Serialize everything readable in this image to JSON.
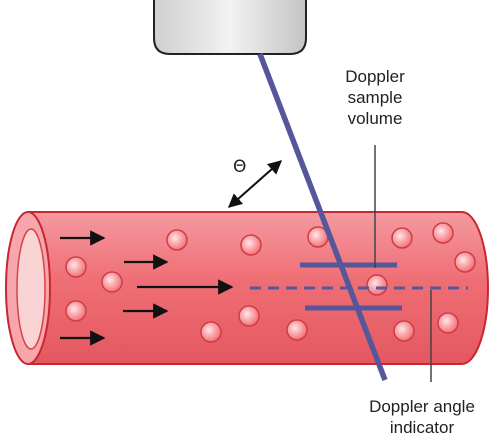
{
  "labels": {
    "angle_symbol": "Θ",
    "sample_volume": [
      "Doppler",
      "sample",
      "volume"
    ],
    "angle_indicator": [
      "Doppler angle",
      "indicator"
    ]
  },
  "colors": {
    "vessel_fill": "#ef6e75",
    "vessel_outline": "#c9262f",
    "vessel_lumen": "#f8c4c6",
    "blood_cell": "#f37a80",
    "transducer_body": "#d9d9d9",
    "beam": "#55579a",
    "flow_arrows": "#111111",
    "text": "#222222"
  },
  "icons": {
    "transducer": "ultrasound-transducer-icon",
    "vessel": "blood-vessel-icon",
    "blood_cells": "red-blood-cell-icon",
    "flow": "arrow-right-icon",
    "angle": "double-arrow-icon"
  }
}
